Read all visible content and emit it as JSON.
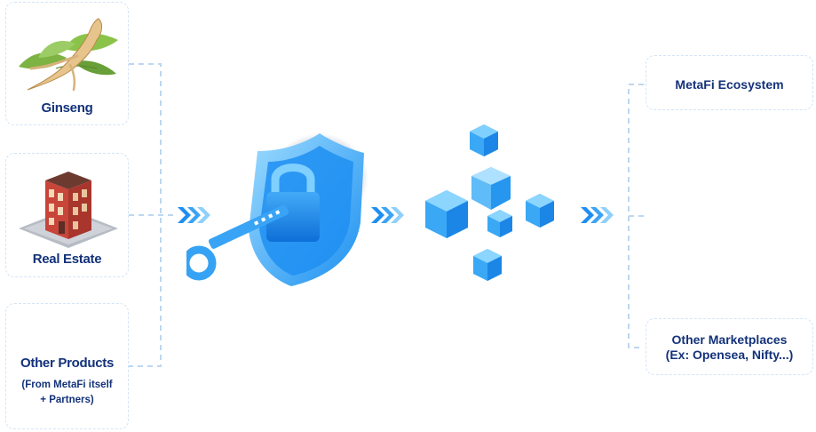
{
  "sources": [
    {
      "label": "Ginseng",
      "icon": "ginseng-root-icon"
    },
    {
      "label": "Real Estate",
      "icon": "building-icon"
    },
    {
      "label": "Other Products",
      "sublabel_line1": "(From MetaFi itself",
      "sublabel_line2": "+ Partners)"
    }
  ],
  "center": {
    "lock_icon": "shield-lock-key-icon",
    "blocks_icon": "blockchain-cubes-icon"
  },
  "destinations": [
    {
      "label": "MetaFi Ecosystem"
    },
    {
      "label_line1": "Other Marketplaces",
      "label_line2": "(Ex: Opensea, Nifty...)"
    }
  ],
  "colors": {
    "navy_text": "#13327a",
    "accent_blue": "#1f8ef1",
    "dashed_line": "#bcd7f1",
    "card_border": "#d3e5f7"
  }
}
